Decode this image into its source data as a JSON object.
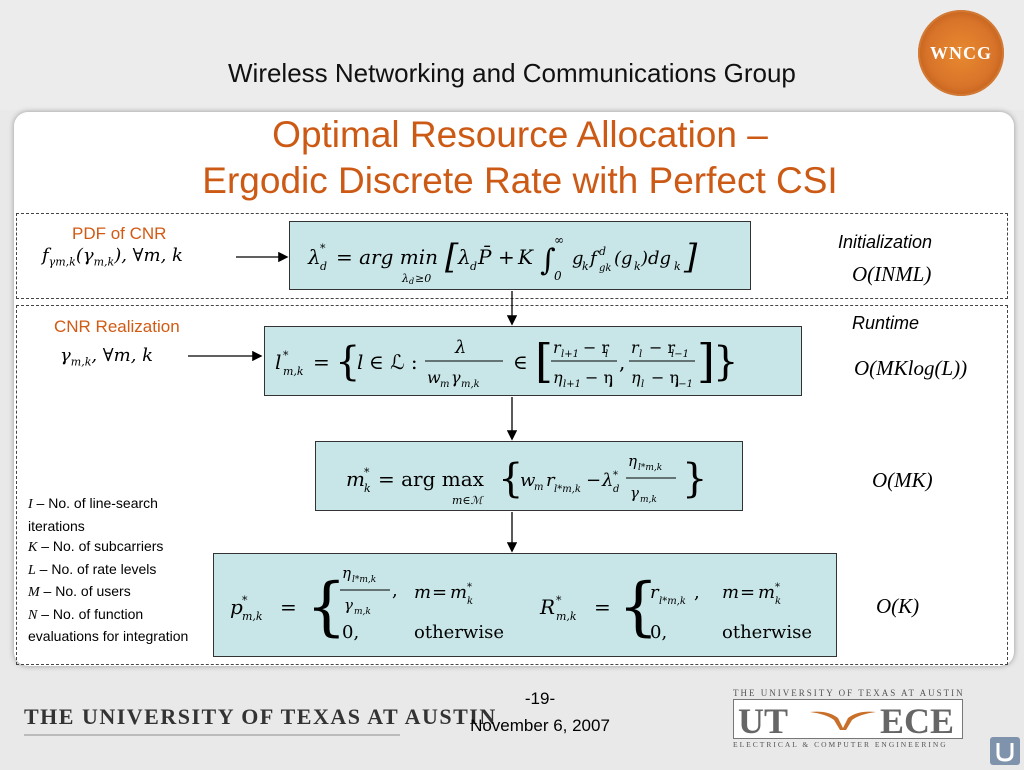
{
  "header": {
    "group_title": "Wireless Networking and Communications Group",
    "logo_text": "WNCG"
  },
  "slide": {
    "title_line1": "Optimal Resource Allocation –",
    "title_line2": "Ergodic Discrete Rate with Perfect CSI"
  },
  "labels": {
    "pdf_cnr": "PDF of CNR",
    "cnr_realization": "CNR Realization",
    "initialization": "Initialization",
    "runtime": "Runtime"
  },
  "complexity": {
    "init": "O(INML)",
    "runtime": "O(MKlog(L))",
    "subcarrier": "O(MK)",
    "power": "O(K)"
  },
  "legend": [
    {
      "sym": "I",
      "text": " – No. of line-search iterations"
    },
    {
      "sym": "K",
      "text": " – No. of subcarriers"
    },
    {
      "sym": "L",
      "text": " – No. of rate levels"
    },
    {
      "sym": "M",
      "text": " – No. of users"
    },
    {
      "sym": "N",
      "text": " – No. of function evaluations for integration"
    }
  ],
  "footer": {
    "university": "THE UNIVERSITY OF TEXAS AT AUSTIN",
    "page": "-19-",
    "date": "November 6, 2007",
    "utece_top": "THE UNIVERSITY OF TEXAS AT AUSTIN",
    "utece_ut": "UT",
    "utece_ece": "ECE",
    "utece_bottom": "ELECTRICAL & COMPUTER ENGINEERING"
  },
  "colors": {
    "title": "#cc5a15",
    "labels": "#d25a14",
    "equation_box": "#c8e6e8",
    "logo": "#d8742a"
  },
  "icons": [
    "wncg-logo",
    "ut-ece-logo",
    "longhorn-icon",
    "u-icon"
  ]
}
